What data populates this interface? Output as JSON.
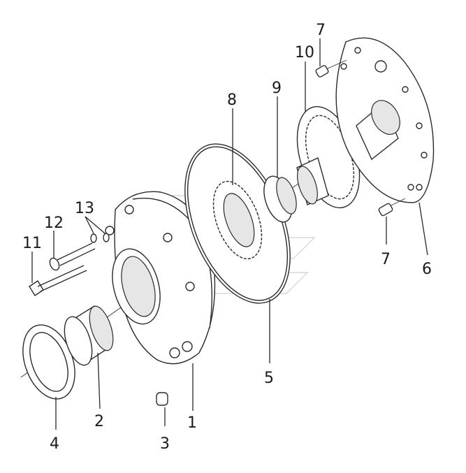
{
  "callouts": {
    "c1": "1",
    "c2": "2",
    "c3": "3",
    "c4": "4",
    "c5": "5",
    "c6": "6",
    "c7a": "7",
    "c7b": "7",
    "c8": "8",
    "c9": "9",
    "c10": "10",
    "c11": "11",
    "c12": "12",
    "c13": "13"
  }
}
